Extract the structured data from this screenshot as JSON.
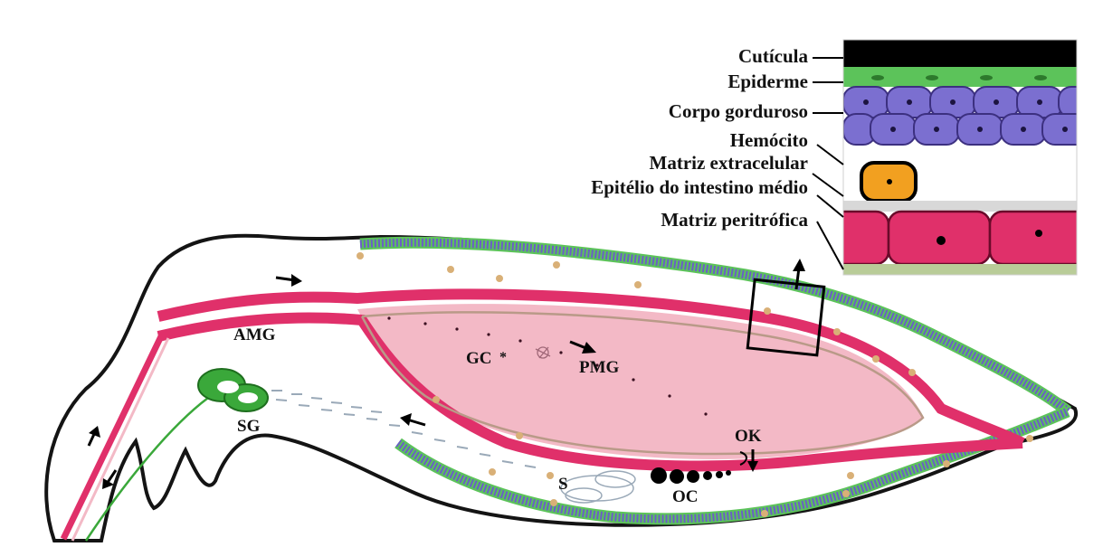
{
  "inset_labels": {
    "cuticle": "Cutícula",
    "epidermis": "Epiderme",
    "fat_body": "Corpo gorduroso",
    "hemocyte": "Hemócito",
    "ecm": "Matriz extracelular",
    "midgut_epithelium": "Epitélio do intestino médio",
    "peritrophic_matrix": "Matriz peritrófica"
  },
  "body_labels": {
    "amg": "AMG",
    "pmg": "PMG",
    "gc": "GC",
    "sg": "SG",
    "ok": "OK",
    "oc": "OC",
    "s": "S"
  },
  "colors": {
    "cuticle": "#000000",
    "epidermis": "#5cc35a",
    "fat_body": "#7b6fd0",
    "hemocyte": "#f2a020",
    "midgut_epithelium": "#e0306a",
    "peritrophic_matrix": "#b9cc98",
    "lumen": "#f3b9c6",
    "salivary_gland": "#3aa83a",
    "body_outline": "#141414",
    "fat_dot": "#d9b077"
  }
}
